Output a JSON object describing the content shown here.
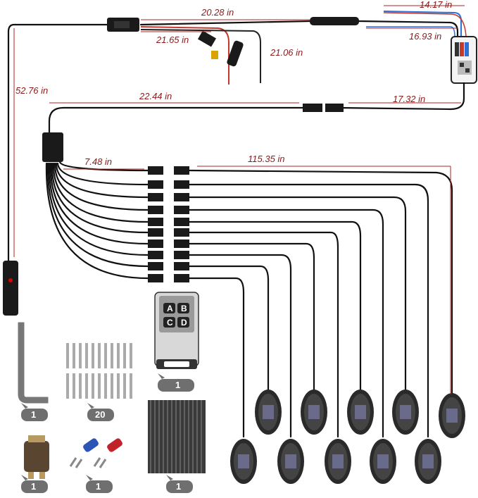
{
  "dimensions": {
    "d1": "20.28 in",
    "d2": "14.17 in",
    "d3": "16.93 in",
    "d4": "21.65 in",
    "d5": "21.06 in",
    "d6": "52.76 in",
    "d7": "22.44 in",
    "d8": "17.32 in",
    "d9": "7.48 in",
    "d10": "115.35 in"
  },
  "remote": {
    "buttons": [
      "A",
      "B",
      "C",
      "D"
    ]
  },
  "quantities": {
    "remote": "1",
    "hex_key": "1",
    "screws": "20",
    "fuse": "1",
    "terminals": "1",
    "cable_ties": "1"
  },
  "colors": {
    "dimension_text": "#8b1a1a",
    "wire": "#111111",
    "red_wire": "#c0392b",
    "blue_wire": "#2e6fd6",
    "badge": "#6f6f6f"
  }
}
